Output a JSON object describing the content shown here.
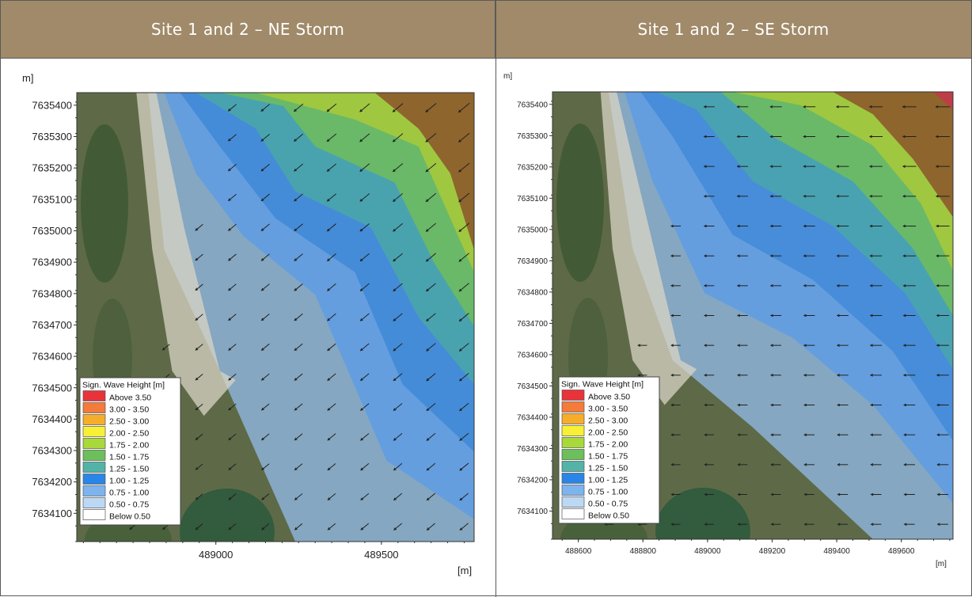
{
  "table": {
    "headers": [
      "Site 1 and 2 – NE Storm",
      "Site 1 and 2 – SE Storm"
    ]
  },
  "legend": {
    "title": "Sign. Wave Height [m]",
    "items": [
      {
        "label": "Above 3.50",
        "color": "#e8333a"
      },
      {
        "label": "3.00 - 3.50",
        "color": "#f47b3a"
      },
      {
        "label": "2.50 - 3.00",
        "color": "#f6ad2a"
      },
      {
        "label": "2.00 - 2.50",
        "color": "#f7f034"
      },
      {
        "label": "1.75 - 2.00",
        "color": "#a8d83a"
      },
      {
        "label": "1.50 - 1.75",
        "color": "#6cbf5a"
      },
      {
        "label": "1.25 - 1.50",
        "color": "#52b3a6"
      },
      {
        "label": "1.00 - 1.25",
        "color": "#2a86e6"
      },
      {
        "label": "0.75 - 1.00",
        "color": "#7db4ee"
      },
      {
        "label": "0.50 - 0.75",
        "color": "#bcd8f5"
      },
      {
        "label": "Below 0.50",
        "color": "#ffffff"
      }
    ]
  },
  "chart_data": [
    {
      "type": "heatmap",
      "title": "Site 1 and 2 – NE Storm",
      "ylabel_fragment": "m]",
      "xlabel": "[m]",
      "x_ticks": [
        489000,
        489500
      ],
      "y_ticks": [
        7635400,
        7635300,
        7635200,
        7635100,
        7635000,
        7634900,
        7634800,
        7634700,
        7634600,
        7634500,
        7634400,
        7634300,
        7634200,
        7634100
      ],
      "xlim": [
        488580,
        489780
      ],
      "ylim": [
        7634010,
        7635440
      ],
      "legend_placement": "bottom-left",
      "wave_direction": "from NE (arrows point south-west)"
    },
    {
      "type": "heatmap",
      "title": "Site 1 and 2 – SE Storm",
      "ylabel_fragment": "m]",
      "xlabel": "[m]",
      "x_ticks": [
        488600,
        488800,
        489000,
        489200,
        489400,
        489600
      ],
      "y_ticks": [
        7635400,
        7635300,
        7635200,
        7635100,
        7635000,
        7634900,
        7634800,
        7634700,
        7634600,
        7634500,
        7634400,
        7634300,
        7634200,
        7634100
      ],
      "xlim": [
        488520,
        489760
      ],
      "ylim": [
        7634010,
        7635440
      ],
      "legend_placement": "bottom-left",
      "wave_direction": "from SE/E (arrows point west)"
    }
  ]
}
